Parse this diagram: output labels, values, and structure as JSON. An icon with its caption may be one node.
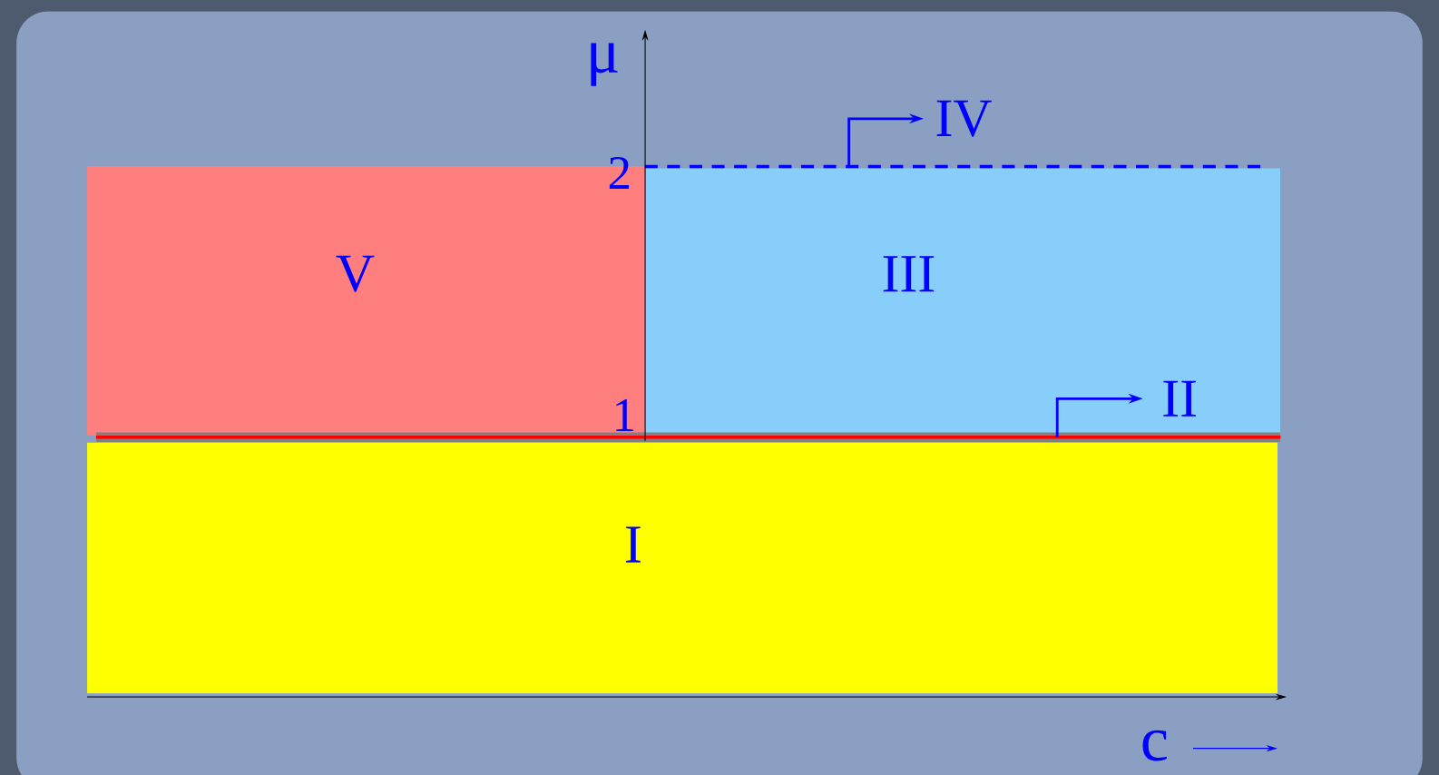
{
  "diagram": {
    "nodes": [
      {
        "text": [
          "V"
        ]
      },
      {
        "text": [
          "III"
        ]
      },
      {
        "text": [
          "I"
        ]
      },
      {
        "text": [
          "IV"
        ]
      },
      {
        "text": [],
        "shape": "line"
      },
      {
        "text": [
          "II"
        ],
        "in": 1
      },
      {
        "text": [],
        "shape": "line"
      }
    ],
    "edges": [
      {
        "from": 4,
        "to": 3,
        "arrow": "to"
      },
      {
        "from": 6,
        "to": 5,
        "arrow": "to"
      }
    ],
    "labels": [
      "μ",
      "2",
      "1",
      "c"
    ]
  }
}
